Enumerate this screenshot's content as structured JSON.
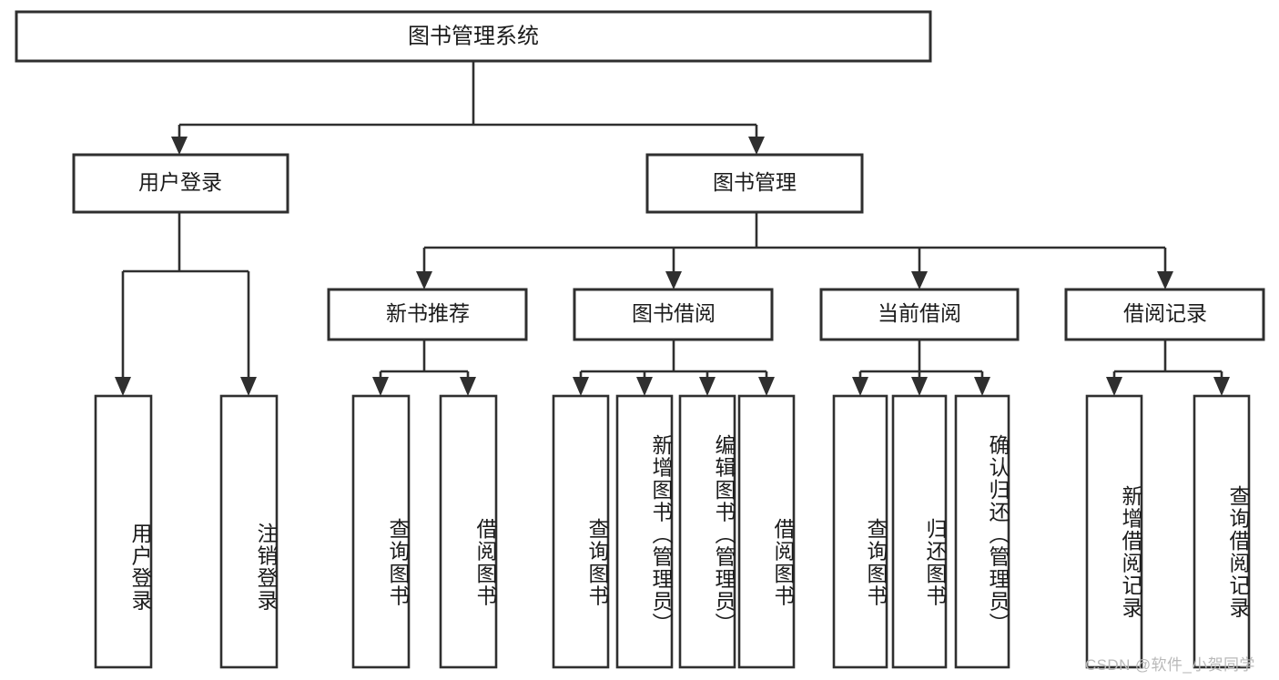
{
  "diagram": {
    "type": "tree",
    "title": "图书管理系统",
    "orientation": "top-down",
    "root": {
      "label": "图书管理系统",
      "level": 1
    },
    "level2": [
      {
        "label": "用户登录"
      },
      {
        "label": "图书管理"
      }
    ],
    "level3": [
      {
        "label": "新书推荐",
        "parent": "图书管理"
      },
      {
        "label": "图书借阅",
        "parent": "图书管理"
      },
      {
        "label": "当前借阅",
        "parent": "图书管理"
      },
      {
        "label": "借阅记录",
        "parent": "图书管理"
      }
    ],
    "leaves": {
      "user_login": [
        {
          "label": "用户登录"
        },
        {
          "label": "注销登录"
        }
      ],
      "new_book_recommend": [
        {
          "label": "查询图书"
        },
        {
          "label": "借阅图书"
        }
      ],
      "book_borrow": [
        {
          "label": "查询图书"
        },
        {
          "label": "新增图书（管理员）"
        },
        {
          "label": "编辑图书（管理员）"
        },
        {
          "label": "借阅图书"
        }
      ],
      "current_borrow": [
        {
          "label": "查询图书"
        },
        {
          "label": "归还图书"
        },
        {
          "label": "确认归还（管理员）"
        }
      ],
      "borrow_record": [
        {
          "label": "新增借阅记录"
        },
        {
          "label": "查询借阅记录"
        }
      ]
    }
  },
  "watermark": {
    "text": "CSDN @软件_小贺同学"
  },
  "colors": {
    "stroke": "#2f2f2f",
    "fill": "#ffffff",
    "text": "#1b1b1b",
    "watermark": "#b9b9b9"
  }
}
